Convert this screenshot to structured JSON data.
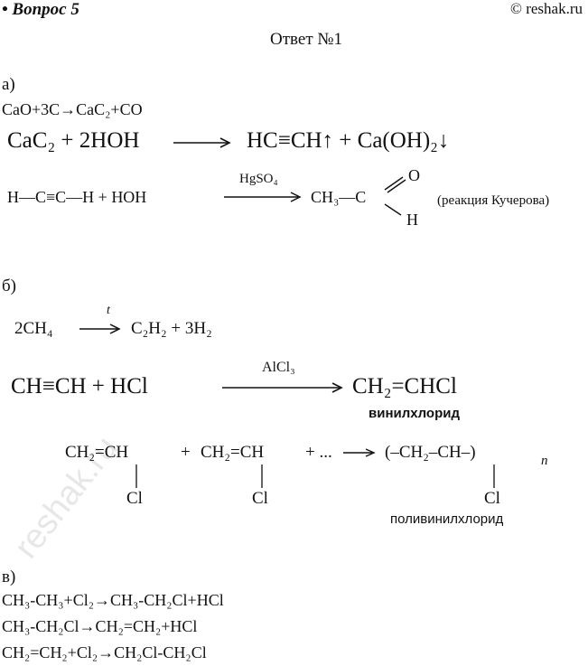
{
  "header": {
    "question": "• Вопрос 5",
    "site": "© reshak.ru",
    "answer_title": "Ответ №1"
  },
  "section_a": {
    "label": "а)",
    "line1": "CaO+3C→CaC₂+CO",
    "eq1": {
      "left": "CaC₂ + 2HOH",
      "product": "HC≡CH↑ + Ca(OH)₂↓"
    },
    "eq2": {
      "left": "H—C≡C—H + HOH",
      "catalyst": "HgSO₄",
      "product_left": "CH₃—C",
      "o": "O",
      "h": "H",
      "note": "(реакция Кучерова)"
    }
  },
  "section_b": {
    "label": "б)",
    "eq1": {
      "left": "2CH₄",
      "over": "t",
      "right": "C₂H₂ + 3H₂"
    },
    "eq2": {
      "left": "CH≡CH + HCl",
      "catalyst": "AlCl₃",
      "right": "CH₂=CHCl",
      "caption": "винилхлорид"
    },
    "eq3": {
      "m1": "CH₂=CH",
      "plus1": "+",
      "m2": "CH₂=CH",
      "plus2": "+ ...",
      "polymer_open": "(–CH₂–CH–)",
      "n": "n",
      "cl": "Cl",
      "caption": "поливинилхлорид"
    }
  },
  "section_c": {
    "label": "в)",
    "lines": [
      "CH₃-CH₃+Cl₂→CH₃-CH₂Cl+HCl",
      "CH₃-CH₂Cl→CH₂=CH₂+HCl",
      "CH₂=CH₂+Cl₂→CH₂Cl-CH₂Cl"
    ]
  },
  "watermark": "reshak.ru"
}
